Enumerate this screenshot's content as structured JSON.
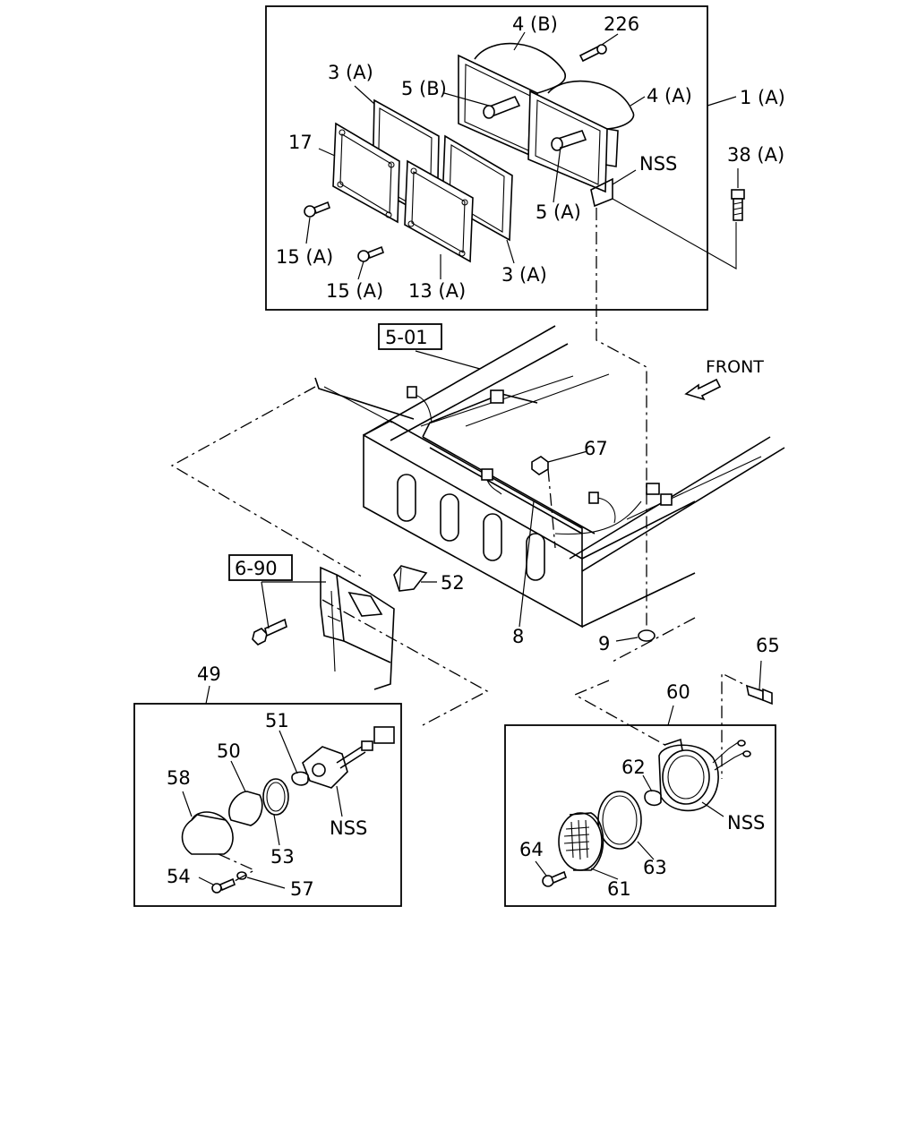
{
  "callouts": {
    "c4b": "4 (B)",
    "c226": "226",
    "c3a_top": "3 (A)",
    "c5b": "5 (B)",
    "c4a": "4 (A)",
    "c1a": "1 (A)",
    "c17": "17",
    "cnss_top": "NSS",
    "c38a": "38 (A)",
    "c5a": "5 (A)",
    "c15a_left": "15 (A)",
    "c15a_right": "15 (A)",
    "c13a": "13 (A)",
    "c3a_bottom": "3 (A)",
    "ref501": "5-01",
    "front": "FRONT",
    "c67": "67",
    "ref690": "6-90",
    "c52": "52",
    "c8": "8",
    "c9": "9",
    "c65": "65",
    "c49": "49",
    "c60": "60",
    "c51": "51",
    "c50": "50",
    "c58": "58",
    "cnss_left": "NSS",
    "c53": "53",
    "c54": "54",
    "c57": "57",
    "c62": "62",
    "cnss_right": "NSS",
    "c64": "64",
    "c63": "63",
    "c61": "61"
  },
  "icons": {
    "front_arrow": "front-arrow-icon"
  }
}
